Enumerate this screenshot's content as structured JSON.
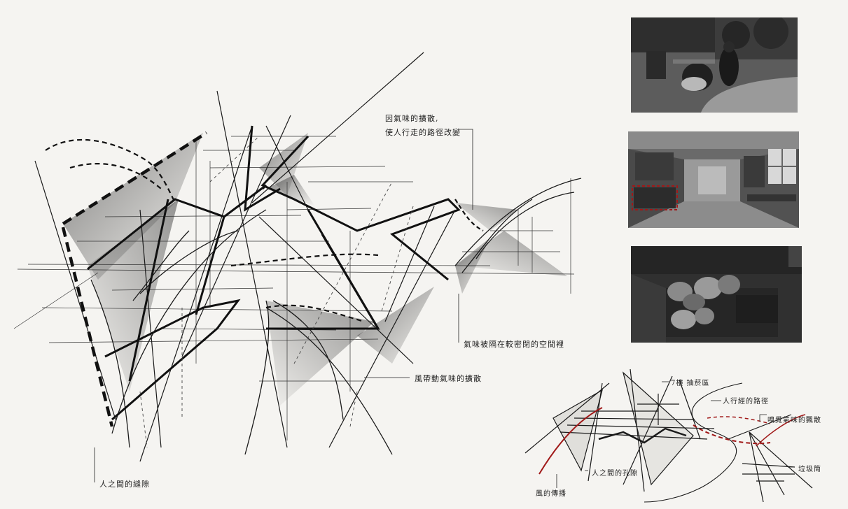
{
  "main_sketch": {
    "annotations": [
      {
        "id": "odor-diffusion-note",
        "lines": [
          "因氣味的擴散,",
          "使人行走的路徑改變"
        ]
      },
      {
        "id": "odor-space-note",
        "lines": [
          "氣味被隔在較密閉的空間裡"
        ]
      },
      {
        "id": "wind-note",
        "lines": [
          "風帶動氣味的擴散"
        ]
      },
      {
        "id": "gap-note",
        "lines": [
          "人之間的縫隙"
        ]
      }
    ]
  },
  "secondary_sketch": {
    "annotations": [
      {
        "id": "building-note",
        "lines": [
          "7樓 抽菸區"
        ]
      },
      {
        "id": "path-note",
        "lines": [
          "人行經的路徑"
        ]
      },
      {
        "id": "smell-note",
        "lines": [
          "嗅覺氣味的飄散"
        ]
      },
      {
        "id": "gap-small-note",
        "lines": [
          "人之間的孔隙"
        ]
      },
      {
        "id": "trash-note",
        "lines": [
          "垃圾筒"
        ]
      },
      {
        "id": "wind-carry-note",
        "lines": [
          "風的傳播"
        ]
      }
    ]
  },
  "photos": [
    {
      "id": "photo-smoking-area",
      "subject": "people sitting in outdoor smoking area"
    },
    {
      "id": "photo-corridor",
      "subject": "hallway corridor with windows"
    },
    {
      "id": "photo-trash",
      "subject": "trash bags in dark corner"
    }
  ],
  "colors": {
    "ink": "#1a1a1a",
    "paper": "#f5f4f1",
    "accent_red": "#a01818"
  }
}
